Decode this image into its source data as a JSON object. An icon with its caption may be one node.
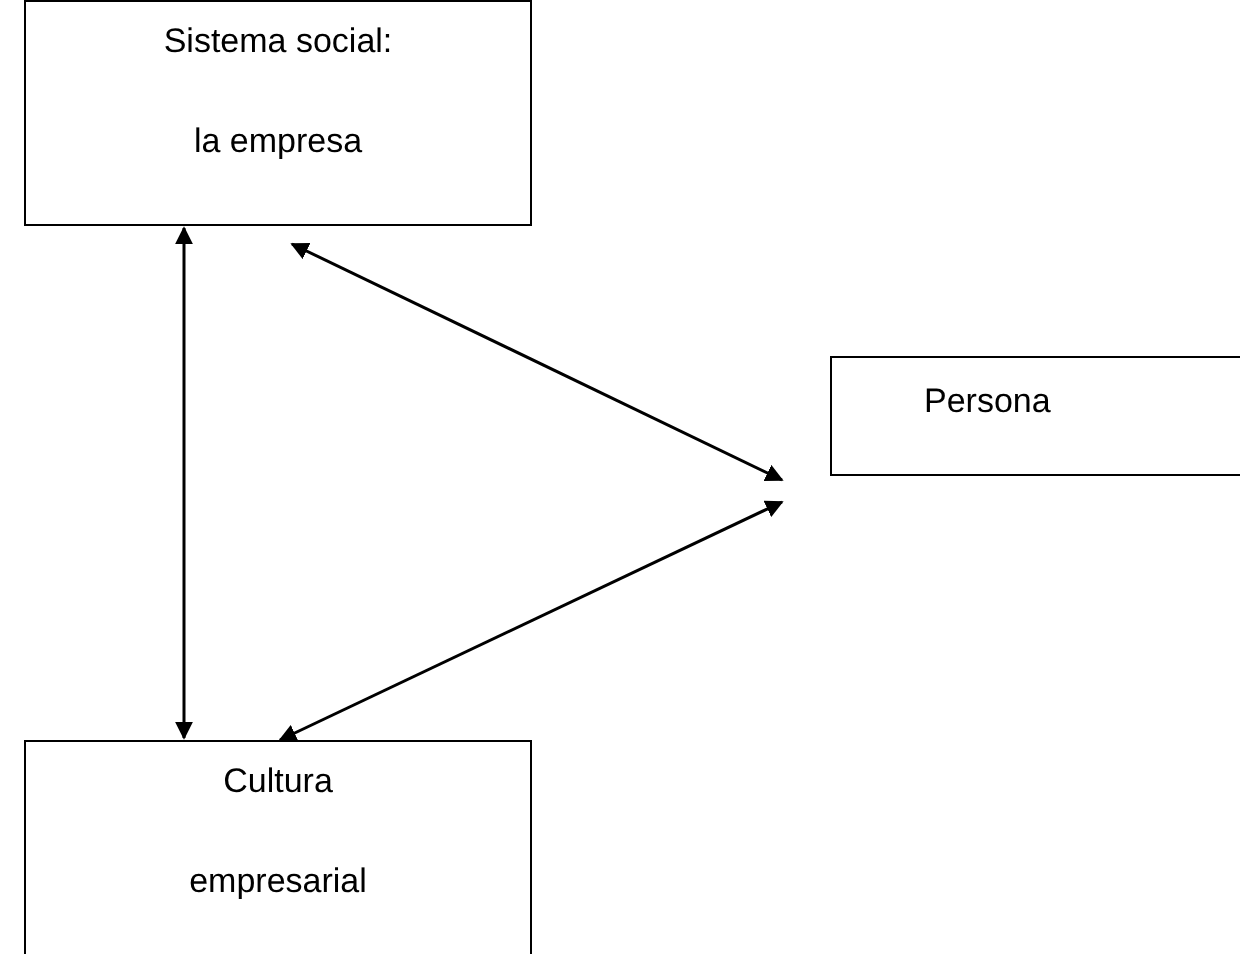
{
  "diagram": {
    "nodes": [
      {
        "text": [
          "Sistema social: la empresa"
        ]
      },
      {
        "text": [
          "Persona"
        ]
      },
      {
        "text": [
          "Cultura empresarial"
        ]
      }
    ],
    "edges": [
      {
        "from": 0,
        "to": 2,
        "arrow": "both"
      },
      {
        "from": 0,
        "to": 1,
        "arrow": "both"
      },
      {
        "from": 1,
        "to": 2,
        "arrow": "both"
      }
    ]
  }
}
